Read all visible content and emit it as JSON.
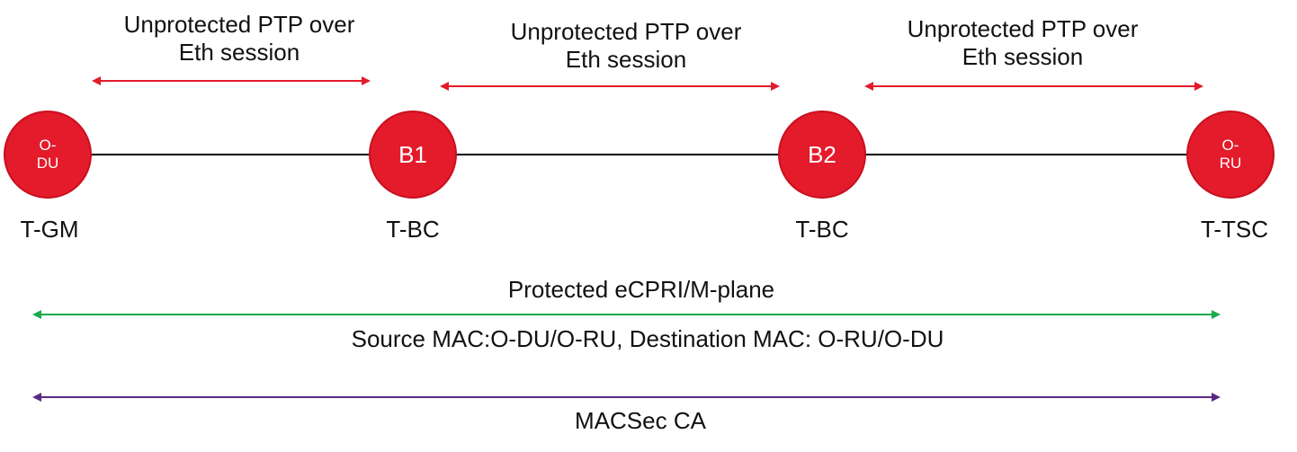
{
  "colors": {
    "node_fill": "#e31b2b",
    "node_stroke": "#c8101f",
    "red_arrow": "#e31b2b",
    "green_arrow": "#1aaa4a",
    "purple_arrow": "#5a2a82",
    "link_line": "#000000"
  },
  "segments": [
    {
      "line1": "Unprotected PTP over",
      "line2": "Eth session"
    },
    {
      "line1": "Unprotected PTP over",
      "line2": "Eth session"
    },
    {
      "line1": "Unprotected PTP over",
      "line2": "Eth session"
    }
  ],
  "nodes": [
    {
      "line1": "O-",
      "line2": "DU",
      "role": "T-GM"
    },
    {
      "line1": "B1",
      "line2": "",
      "role": "T-BC"
    },
    {
      "line1": "B2",
      "line2": "",
      "role": "T-BC"
    },
    {
      "line1": "O-",
      "line2": "RU",
      "role": "T-TSC"
    }
  ],
  "protected": {
    "title": "Protected eCPRI/M-plane",
    "mac": "Source MAC:O-DU/O-RU, Destination MAC: O-RU/O-DU"
  },
  "macsec": {
    "label": "MACSec CA"
  }
}
